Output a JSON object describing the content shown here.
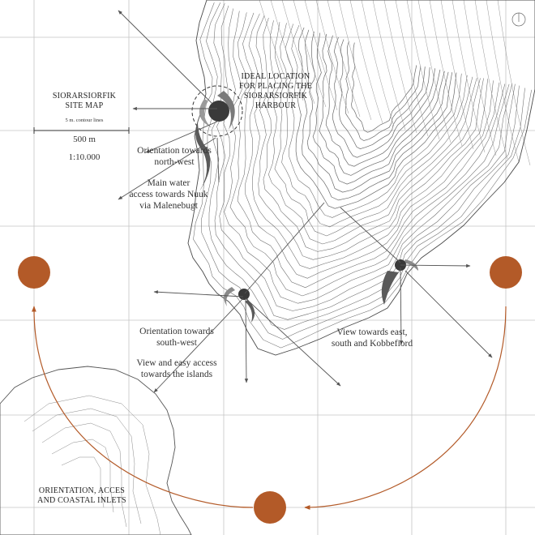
{
  "title": {
    "line1": "SIORARSIORFIK",
    "line2": "SITE MAP"
  },
  "contour_note": "5 m. contour lines",
  "scale": {
    "distance": "500 m",
    "ratio": "1:10.000"
  },
  "harbour_note": {
    "line1": "IDEAL LOCATION",
    "line2": "FOR PLACING THE",
    "line3": "SIORARSIORFIK",
    "line4": "HARBOUR"
  },
  "labels": {
    "nw": {
      "line1": "Orientation towards",
      "line2": "north-west"
    },
    "water": {
      "line1": "Main water",
      "line2": "access towards Nuuk",
      "line3": "via Malenebugt"
    },
    "sw": {
      "line1": "Orientation towards",
      "line2": "south-west"
    },
    "islands": {
      "line1": "View and easy access",
      "line2": "towards the islands"
    },
    "east": {
      "line1": "View towards east,",
      "line2": "south and Kobbefiord"
    }
  },
  "legend": {
    "line1": "ORIENTATION, ACCES",
    "line2": "AND COASTAL INLETS"
  },
  "north_arrow_icon": "compass-icon",
  "colors": {
    "accent": "#b35a28",
    "line": "#333333",
    "grid": "#bdbdbd",
    "contour": "#6e6e6e"
  }
}
